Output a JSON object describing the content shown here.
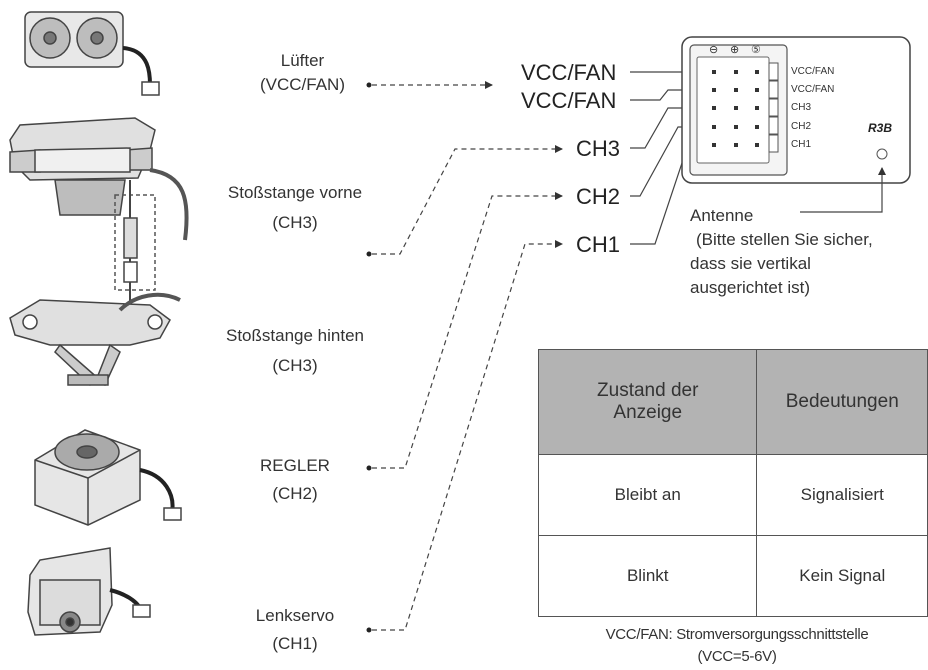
{
  "devices": {
    "fan": {
      "name": "Lüfter",
      "channel": "(VCC/FAN)"
    },
    "front_bumper": {
      "name": "Stoßstange vorne",
      "channel": "(CH3)"
    },
    "rear_bumper": {
      "name": "Stoßstange hinten",
      "channel": "(CH3)"
    },
    "esc": {
      "name": "REGLER",
      "channel": "(CH2)"
    },
    "servo": {
      "name": "Lenkservo",
      "channel": "(CH1)"
    }
  },
  "ports": {
    "vcc_fan_1": "VCC/FAN",
    "vcc_fan_2": "VCC/FAN",
    "ch3": "CH3",
    "ch2": "CH2",
    "ch1": "CH1"
  },
  "receiver": {
    "model": "R3B",
    "polarity": [
      "⊖",
      "⊕",
      "⑤"
    ],
    "port_labels": [
      "VCC/FAN",
      "VCC/FAN",
      "CH3",
      "CH2",
      "CH1"
    ]
  },
  "antenna": {
    "title": "Antenne",
    "note_lines": [
      "(Bitte stellen Sie sicher,",
      "dass sie vertikal",
      "ausgerichtet ist)"
    ]
  },
  "status_table": {
    "headers": [
      "Zustand der Anzeige",
      "Bedeutungen"
    ],
    "rows": [
      [
        "Bleibt an",
        "Signalisiert"
      ],
      [
        "Blinkt",
        "Kein Signal"
      ]
    ]
  },
  "footnote": {
    "line1": "VCC/FAN: Stromversorgungsschnittstelle",
    "line2": "(VCC=5-6V)"
  }
}
